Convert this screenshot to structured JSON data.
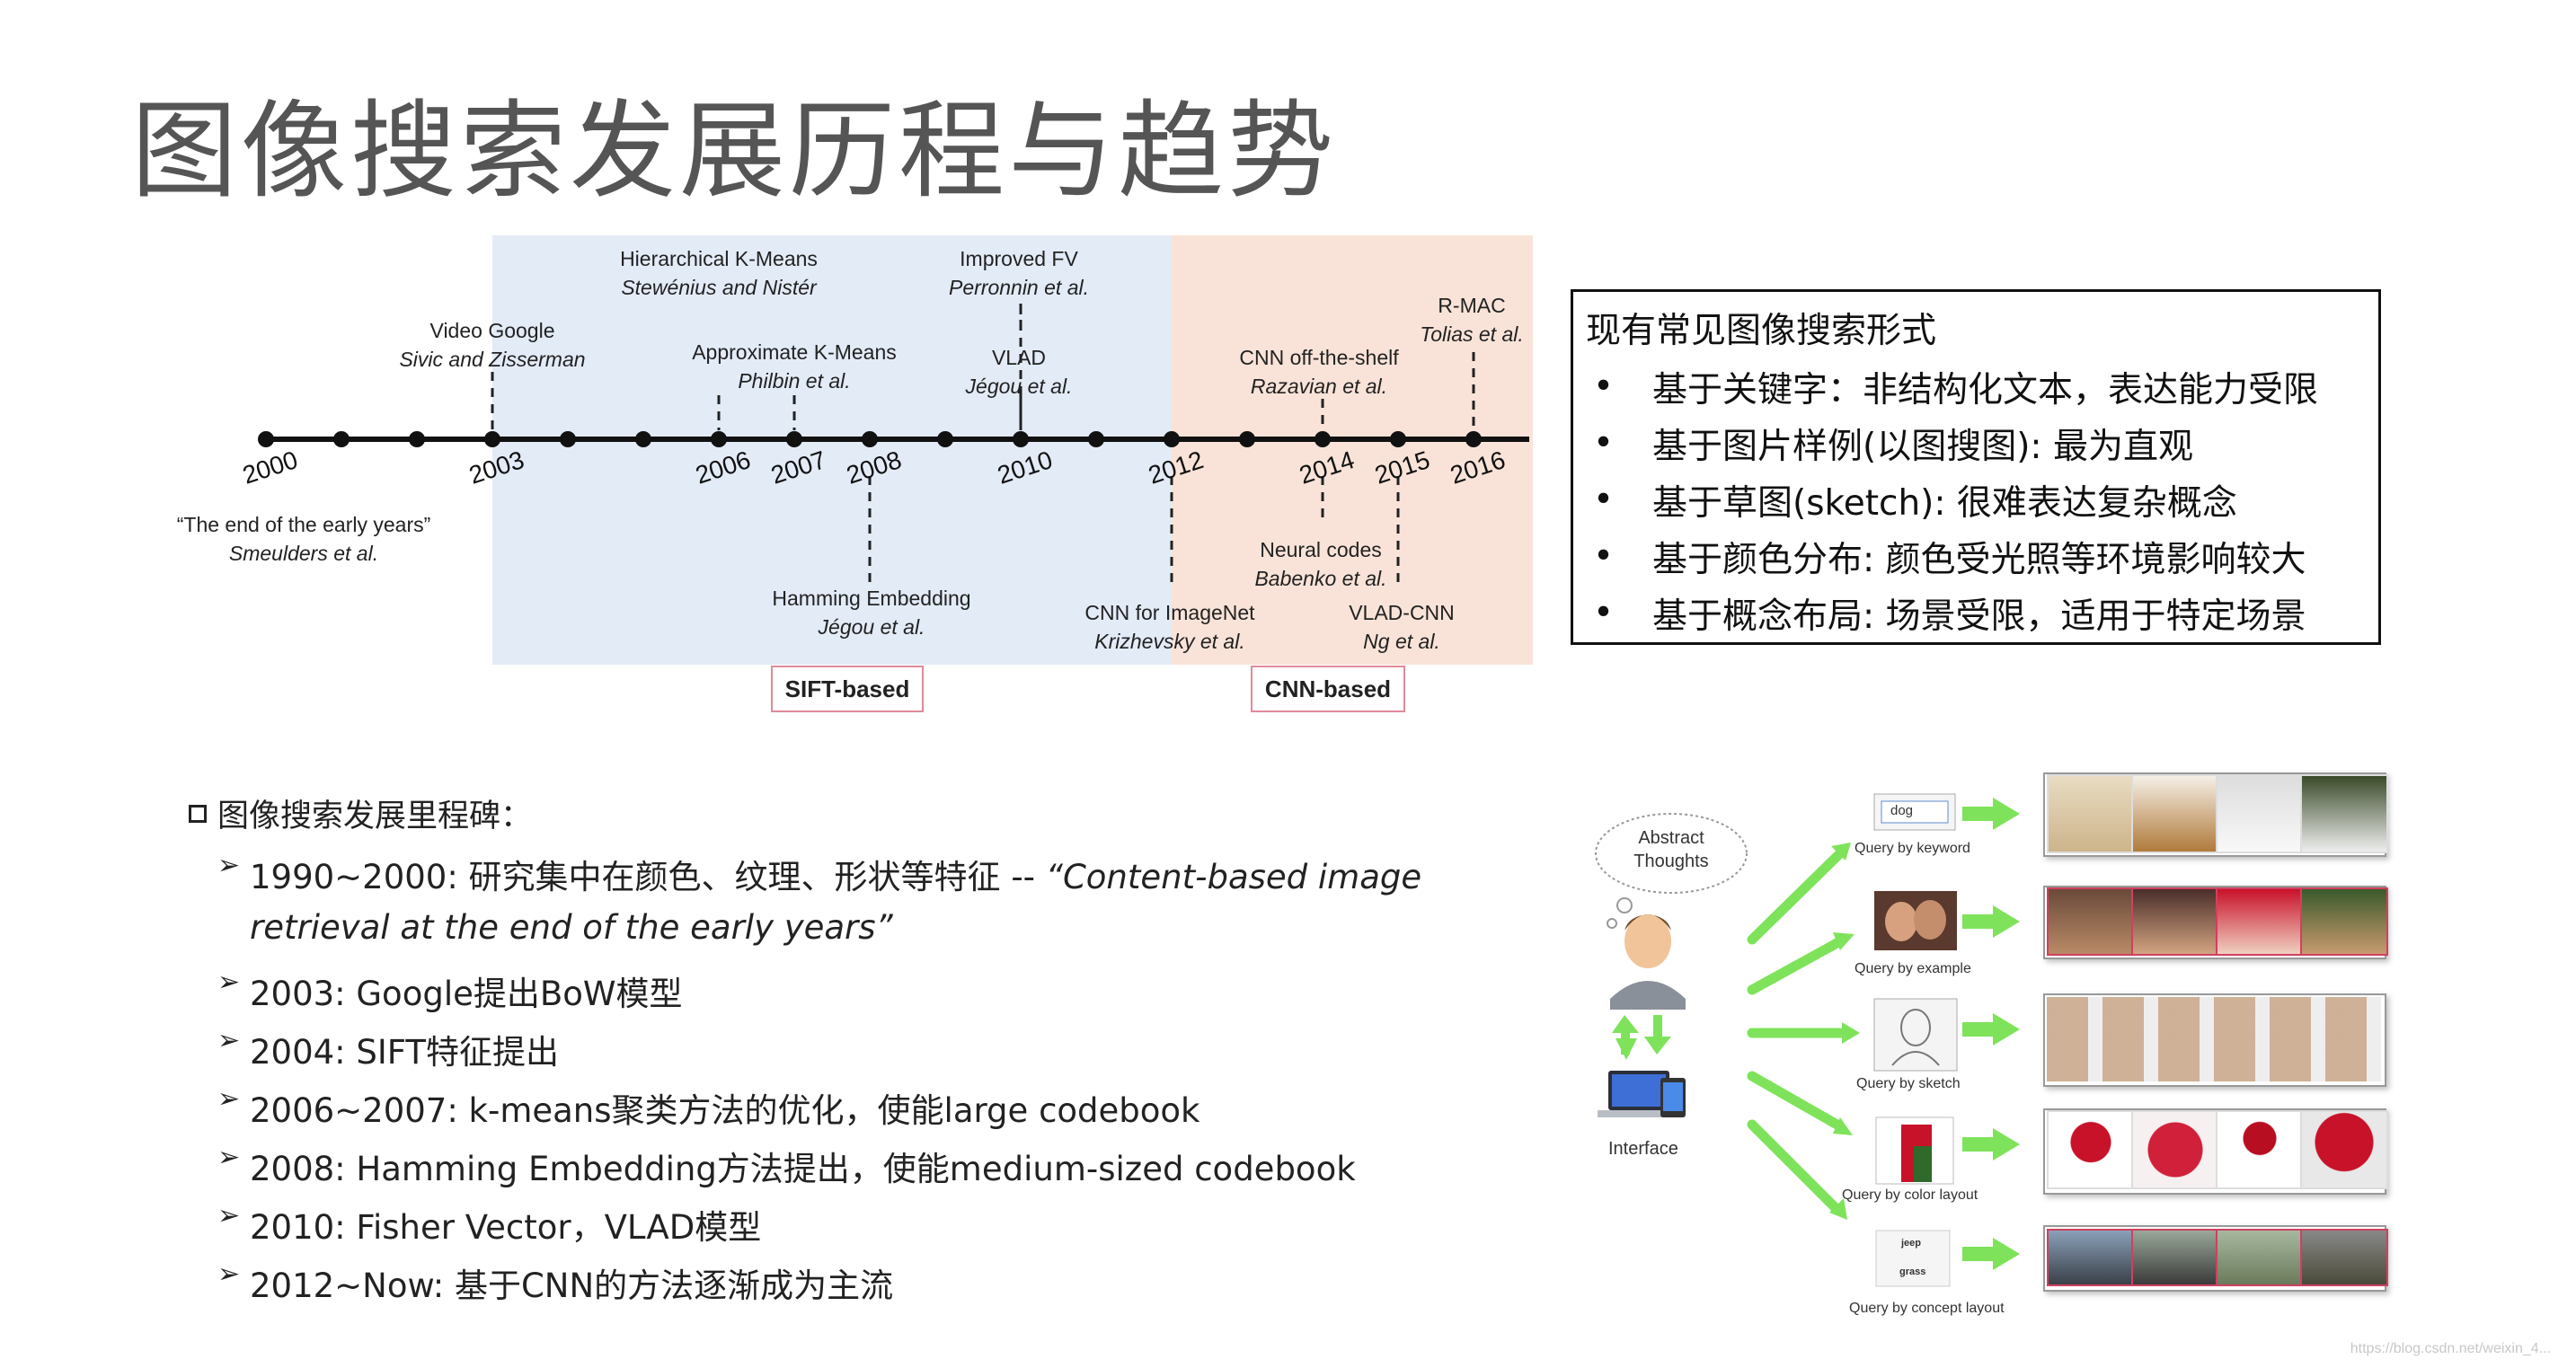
{
  "title": "图像搜索发展历程与趋势",
  "timeline": {
    "years": [
      {
        "label": "2000"
      },
      {
        "label": "2003"
      },
      {
        "label": "2006"
      },
      {
        "label": "2007"
      },
      {
        "label": "2008"
      },
      {
        "label": "2010"
      },
      {
        "label": "2012"
      },
      {
        "label": "2014"
      },
      {
        "label": "2015"
      },
      {
        "label": "2016"
      }
    ],
    "events_above": [
      {
        "name": "Video Google",
        "authors": "Sivic and Zisserman"
      },
      {
        "name": "Hierarchical K-Means",
        "authors": "Stewénius and Nistér"
      },
      {
        "name": "Approximate K-Means",
        "authors": "Philbin et al."
      },
      {
        "name": "Improved FV",
        "authors": "Perronnin et al."
      },
      {
        "name": "VLAD",
        "authors": "Jégou et al."
      },
      {
        "name": "CNN off-the-shelf",
        "authors": "Razavian et al."
      },
      {
        "name": "R-MAC",
        "authors": "Tolias et al."
      }
    ],
    "events_below": [
      {
        "name": "“The end of the early years”",
        "authors": "Smeulders et al."
      },
      {
        "name": "Hamming Embedding",
        "authors": "Jégou et al."
      },
      {
        "name": "CNN for ImageNet",
        "authors": "Krizhevsky et al."
      },
      {
        "name": "Neural codes",
        "authors": "Babenko et al."
      },
      {
        "name": "VLAD-CNN",
        "authors": "Ng et al."
      }
    ],
    "eras": [
      {
        "label": "SIFT-based",
        "color": "#e3ebf7"
      },
      {
        "label": "CNN-based",
        "color": "#f9e3d8"
      }
    ]
  },
  "search_forms": {
    "title": "现有常见图像搜索形式",
    "bullet": "•",
    "items": [
      "基于关键字：非结构化文本，表达能力受限",
      "基于图片样例(以图搜图): 最为直观",
      "基于草图(sketch): 很难表达复杂概念",
      "基于颜色分布: 颜色受光照等环境影响较大",
      "基于概念布局: 场景受限，适用于特定场景"
    ]
  },
  "milestones": {
    "heading": "图像搜索发展里程碑：",
    "arrow": "➢",
    "items": [
      {
        "text": "1990~2000: 研究集中在颜色、纹理、形状等特征 -- ",
        "quote": "“Content-based image"
      },
      {
        "text": "",
        "quote": "retrieval at the end of the early years”"
      },
      {
        "text": "2003: Google提出BoW模型",
        "quote": ""
      },
      {
        "text": "2004: SIFT特征提出",
        "quote": ""
      },
      {
        "text": "2006~2007: k-means聚类方法的优化，使能large codebook",
        "quote": ""
      },
      {
        "text": "2008: Hamming Embedding方法提出，使能medium-sized codebook",
        "quote": ""
      },
      {
        "text": "2010: Fisher Vector，VLAD模型",
        "quote": ""
      },
      {
        "text": "2012~Now: 基于CNN的方法逐渐成为主流",
        "quote": ""
      }
    ]
  },
  "query_panel": {
    "thoughts": "Abstract Thoughts",
    "interface": "Interface",
    "keyword_value": "dog",
    "concept_words": [
      "jeep",
      "grass"
    ],
    "queries": [
      "Query by keyword",
      "Query by example",
      "Query by sketch",
      "Query by color layout",
      "Query by concept layout"
    ],
    "arrow_color": "#7ee35a"
  },
  "watermark": "https://blog.csdn.net/weixin_4..."
}
